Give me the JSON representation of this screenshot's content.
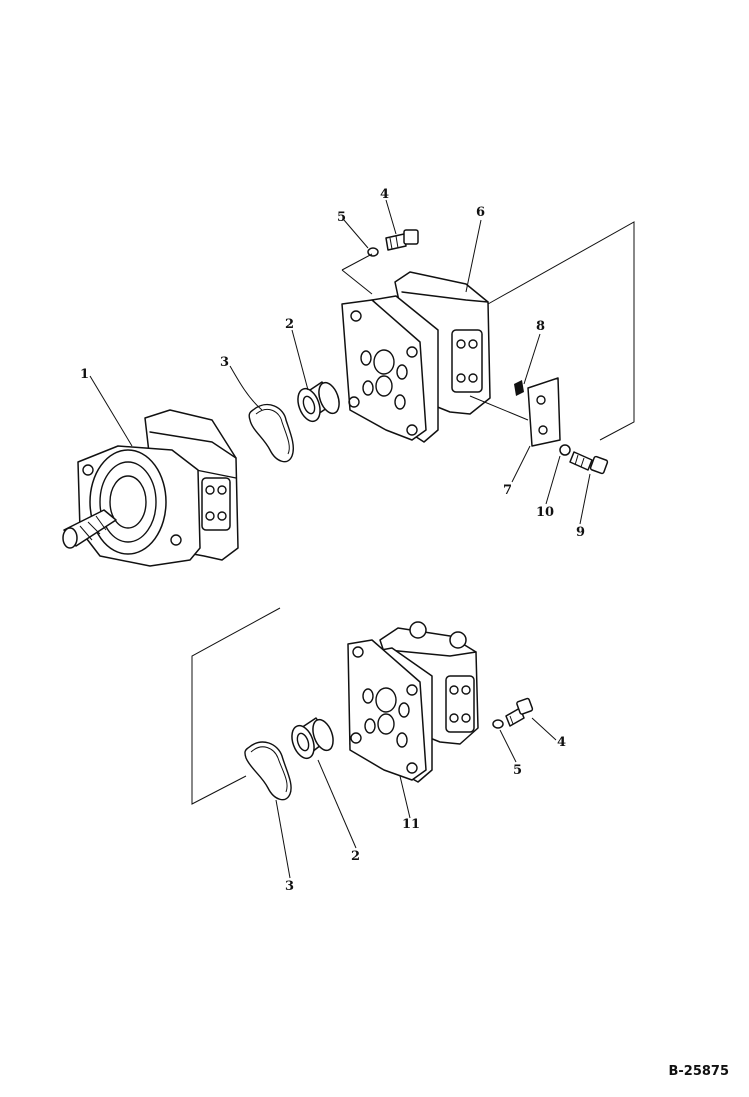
{
  "drawing_code": "B-25875",
  "callouts": {
    "c1": "1",
    "c2a": "2",
    "c2b": "2",
    "c3a": "3",
    "c3b": "3",
    "c4a": "4",
    "c4b": "4",
    "c5a": "5",
    "c5b": "5",
    "c6": "6",
    "c7": "7",
    "c8": "8",
    "c9": "9",
    "c10": "10",
    "c11": "11"
  }
}
